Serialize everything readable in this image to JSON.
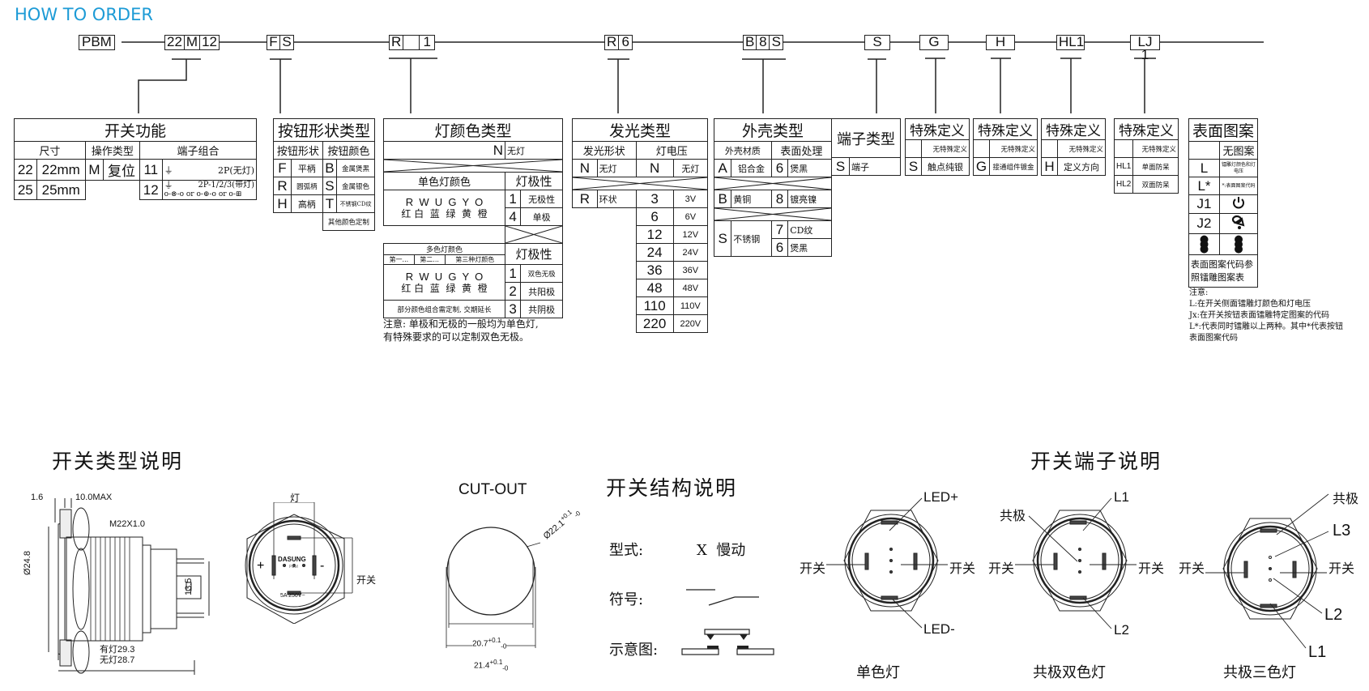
{
  "header": {
    "title": "HOW TO ORDER"
  },
  "order_code": {
    "segments": [
      {
        "id": "prefix",
        "parts": [
          "PBM"
        ]
      },
      {
        "id": "function",
        "parts": [
          "22",
          "M",
          "12"
        ]
      },
      {
        "id": "button",
        "parts": [
          "F",
          "S"
        ]
      },
      {
        "id": "led_color",
        "parts": [
          "R",
          "",
          "1"
        ]
      },
      {
        "id": "lighting",
        "parts": [
          "R",
          "6"
        ]
      },
      {
        "id": "housing",
        "parts": [
          "B",
          "8",
          "S"
        ]
      },
      {
        "id": "special1",
        "parts": [
          "S"
        ]
      },
      {
        "id": "special2",
        "parts": [
          "G"
        ]
      },
      {
        "id": "special3",
        "parts": [
          "H"
        ]
      },
      {
        "id": "special4",
        "parts": [
          "HL1"
        ]
      },
      {
        "id": "pattern",
        "parts": [
          "LJ 1"
        ]
      }
    ]
  },
  "switch_function": {
    "title": "开关功能",
    "headers": [
      "尺寸",
      "操作类型",
      "端子组合"
    ],
    "rows": [
      {
        "size_code": "22",
        "size": "22mm",
        "op_code": "M",
        "op": "复位",
        "term_code": "11",
        "term": "2P(无灯)"
      },
      {
        "size_code": "25",
        "size": "25mm",
        "op_code": "",
        "op": "",
        "term_code": "12",
        "term": "2P-1/2/3(带灯)",
        "term_extra": "or"
      }
    ]
  },
  "button_shape": {
    "title": "按钮形状类型",
    "headers": [
      "按钮形状",
      "按钮颜色"
    ],
    "rows": [
      {
        "shape_code": "F",
        "shape": "平柄",
        "color_code": "B",
        "color": "金属煲黑"
      },
      {
        "shape_code": "R",
        "shape": "圆弧柄",
        "color_code": "S",
        "color": "金属银色"
      },
      {
        "shape_code": "H",
        "shape": "高柄",
        "color_code": "T",
        "color": "不锈钢CD纹"
      }
    ],
    "footer": "其他颜色定制"
  },
  "led_color": {
    "title": "灯颜色类型",
    "none_code": "N",
    "none_label": "无灯",
    "single": {
      "title": "单色灯颜色",
      "letters": "R  W  U  G  Y  O",
      "names": "红 白  蓝  绿  黄  橙",
      "polarity_title": "灯极性",
      "polarity": [
        {
          "code": "1",
          "label": "无极性"
        },
        {
          "code": "4",
          "label": "单极"
        }
      ]
    },
    "multi": {
      "title": "多色灯颜色",
      "subheads": [
        "第一...",
        "第二...",
        "第三种灯颜色"
      ],
      "letters": "R  W  U  G  Y  O",
      "names": "红 白  蓝  绿  黄  橙",
      "footer": "部分颜色组合需定制, 交期延长",
      "polarity_title": "灯极性",
      "polarity": [
        {
          "code": "1",
          "label": "双色无极"
        },
        {
          "code": "2",
          "label": "共阳极"
        },
        {
          "code": "3",
          "label": "共阴极"
        }
      ]
    },
    "note_lines": [
      "注意: 单极和无极的一般均为单色灯,",
      "有特殊要求的可以定制双色无极。"
    ]
  },
  "lighting_type": {
    "title": "发光类型",
    "headers": [
      "发光形状",
      "灯电压"
    ],
    "shape_rows": [
      {
        "code": "N",
        "label": "无灯"
      },
      {
        "code": "R",
        "label": "环状"
      }
    ],
    "voltage_none": {
      "code": "N",
      "label": "无灯"
    },
    "voltages": [
      {
        "code": "3",
        "label": "3V"
      },
      {
        "code": "6",
        "label": "6V"
      },
      {
        "code": "12",
        "label": "12V"
      },
      {
        "code": "24",
        "label": "24V"
      },
      {
        "code": "36",
        "label": "36V"
      },
      {
        "code": "48",
        "label": "48V"
      },
      {
        "code": "110",
        "label": "110V"
      },
      {
        "code": "220",
        "label": "220V"
      }
    ]
  },
  "housing_type": {
    "title": "外壳类型",
    "headers": [
      "外壳材质",
      "表面处理"
    ],
    "row_a": {
      "code": "A",
      "material": "铝合金",
      "finish_code": "6",
      "finish": "煲黑"
    },
    "row_b": {
      "code": "B",
      "material": "黄铜",
      "finish_code": "8",
      "finish": "镀亮镍"
    },
    "row_s": {
      "code": "S",
      "material": "不锈钢",
      "finishes": [
        {
          "code": "7",
          "label": "CD纹"
        },
        {
          "code": "6",
          "label": "煲黑"
        }
      ]
    }
  },
  "terminal_type": {
    "title": "端子类型",
    "code": "S",
    "label": "端子"
  },
  "special_defs": [
    {
      "title": "特殊定义",
      "none": "无特殊定义",
      "rows": [
        {
          "code": "S",
          "label": "触点纯银"
        }
      ]
    },
    {
      "title": "特殊定义",
      "none": "无特殊定义",
      "rows": [
        {
          "code": "G",
          "label": "接通组件镀金"
        }
      ]
    },
    {
      "title": "特殊定义",
      "none": "无特殊定义",
      "rows": [
        {
          "code": "H",
          "label": "定义方向"
        }
      ]
    },
    {
      "title": "特殊定义",
      "none": "无特殊定义",
      "rows": [
        {
          "code": "HL1",
          "label": "单面防呆"
        },
        {
          "code": "HL2",
          "label": "双面防呆"
        }
      ]
    }
  ],
  "surface_pattern": {
    "title": "表面图案",
    "none": "无图案",
    "rows": [
      {
        "code": "L",
        "label": "镭雕灯颜色和灯电压"
      },
      {
        "code": "L*",
        "label": "*:表面图案代码"
      },
      {
        "code": "J1",
        "icon": "power-icon"
      },
      {
        "code": "J2",
        "icon": "bell-icon"
      }
    ],
    "footer": "表面图案代码参照镭雕图案表",
    "note_lines": [
      "注意:",
      "L:在开关侧面镭雕灯颜色和灯电压",
      "Jx:在开关按钮表面镭雕特定图案的代码",
      "L*:代表同时镭雕以上两种。其中*代表按钮",
      "表面图案代码"
    ]
  },
  "switch_type_section": {
    "title": "开关类型说明",
    "dims": {
      "flange": "1.6",
      "max_panel": "10.0MAX",
      "thread": "M22X1.0",
      "diameter": "Ø24.8",
      "pin_span": "13.5",
      "len_lit": "有灯29.3",
      "len_unlit": "无灯28.7"
    },
    "front": {
      "lamp_label": "灯",
      "switch_label": "开关",
      "brand": "DASUNG",
      "model": "PBM",
      "rating": "5A 250V~"
    }
  },
  "cutout": {
    "title": "CUT-OUT",
    "diameter": "Ø22.1",
    "dia_tol": [
      "+0.1",
      "-0"
    ],
    "width_inner": "20.7",
    "width_outer": "21.4",
    "width_tol": [
      "+0.1",
      "-0"
    ]
  },
  "structure": {
    "title": "开关结构说明",
    "type_label": "型式:",
    "type_value": "X  慢动",
    "symbol_label": "符号:",
    "diagram_label": "示意图:"
  },
  "terminal_section": {
    "title": "开关端子说明",
    "switch_label": "开关",
    "diagrams": [
      {
        "caption": "单色灯",
        "labels": [
          "LED+",
          "LED-"
        ]
      },
      {
        "caption": "共极双色灯",
        "labels": [
          "共极",
          "L1",
          "L2"
        ]
      },
      {
        "caption": "共极三色灯",
        "labels": [
          "共极",
          "L3",
          "L2",
          "L1"
        ]
      }
    ]
  }
}
